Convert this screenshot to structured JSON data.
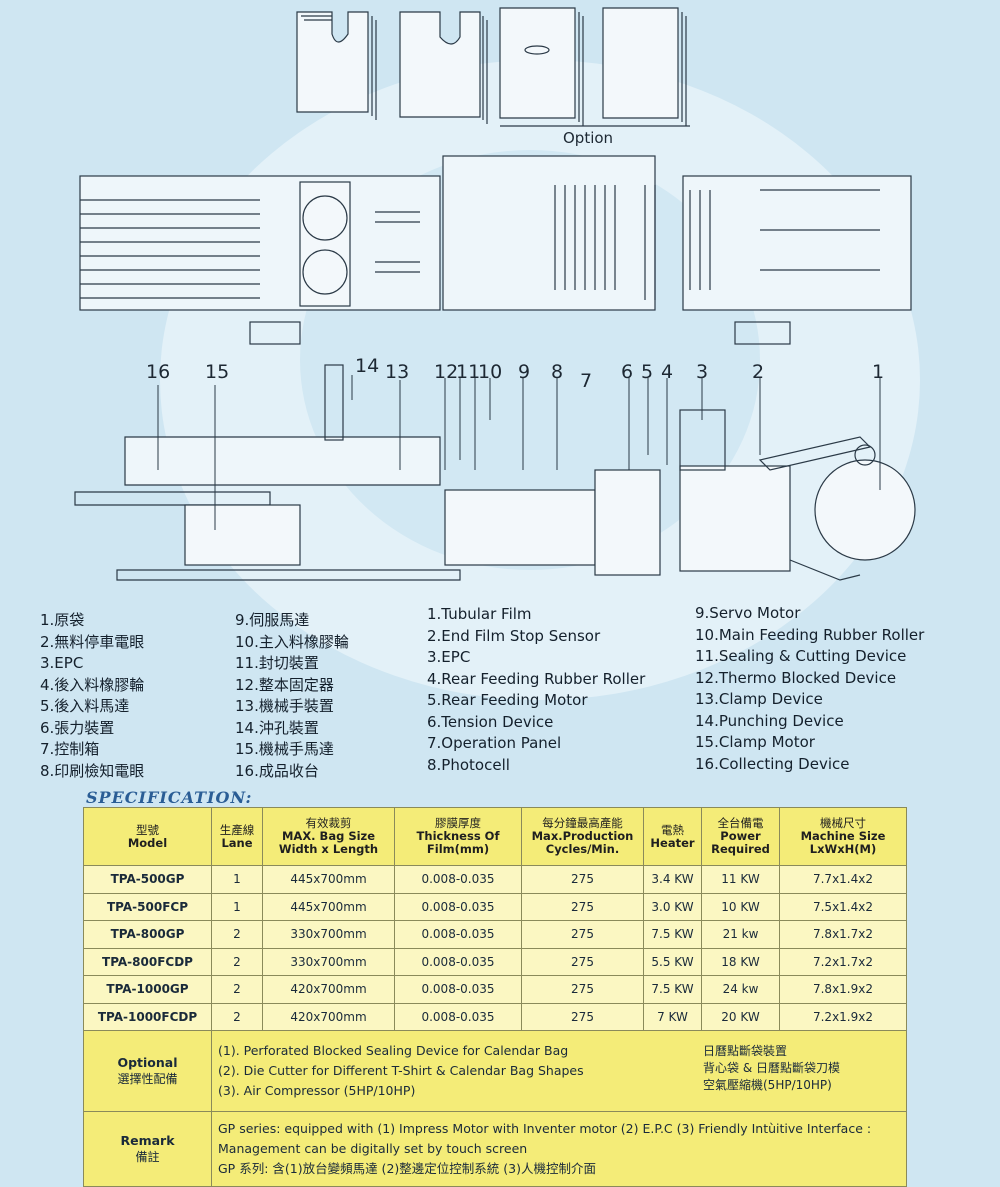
{
  "diagram": {
    "option_label": "Option",
    "callouts": [
      "16",
      "15",
      "14",
      "13",
      "12",
      "11",
      "10",
      "9",
      "8",
      "7",
      "6",
      "5",
      "4",
      "3",
      "2",
      "1"
    ]
  },
  "legend": {
    "zh_a": [
      "1.原袋",
      "2.無料停車電眼",
      "3.EPC",
      "4.後入料橡膠輪",
      "5.後入料馬達",
      "6.張力裝置",
      "7.控制箱",
      "8.印刷檢知電眼"
    ],
    "zh_b": [
      "9.伺服馬達",
      "10.主入料橡膠輪",
      "11.封切裝置",
      "12.整本固定器",
      "13.機械手裝置",
      "14.沖孔裝置",
      "15.機械手馬達",
      "16.成品收台"
    ],
    "en_a": [
      "1.Tubular Film",
      "2.End Film Stop Sensor",
      "3.EPC",
      "4.Rear Feeding Rubber Roller",
      "5.Rear Feeding Motor",
      "6.Tension Device",
      "7.Operation Panel",
      "8.Photocell"
    ],
    "en_b": [
      "9.Servo Motor",
      "10.Main Feeding Rubber Roller",
      "11.Sealing & Cutting Device",
      "12.Thermo Blocked Device",
      "13.Clamp Device",
      "14.Punching Device",
      "15.Clamp Motor",
      "16.Collecting Device"
    ]
  },
  "spec": {
    "title": "SPECIFICATION:",
    "headers": [
      {
        "zh": "型號",
        "en": "Model"
      },
      {
        "zh": "生產線",
        "en": "Lane"
      },
      {
        "zh": "有效裁剪",
        "en": "MAX. Bag Size Width x Length"
      },
      {
        "zh": "膠膜厚度",
        "en": "Thickness Of Film(mm)"
      },
      {
        "zh": "每分鐘最高產能",
        "en": "Max.Production Cycles/Min."
      },
      {
        "zh": "電熱",
        "en": "Heater"
      },
      {
        "zh": "全台備電",
        "en": "Power Required"
      },
      {
        "zh": "機械尺寸",
        "en": "Machine Size LxWxH(M)"
      }
    ],
    "rows": [
      [
        "TPA-500GP",
        "1",
        "445x700mm",
        "0.008-0.035",
        "275",
        "3.4 KW",
        "11 KW",
        "7.7x1.4x2"
      ],
      [
        "TPA-500FCP",
        "1",
        "445x700mm",
        "0.008-0.035",
        "275",
        "3.0 KW",
        "10 KW",
        "7.5x1.4x2"
      ],
      [
        "TPA-800GP",
        "2",
        "330x700mm",
        "0.008-0.035",
        "275",
        "7.5 KW",
        "21 kw",
        "7.8x1.7x2"
      ],
      [
        "TPA-800FCDP",
        "2",
        "330x700mm",
        "0.008-0.035",
        "275",
        "5.5 KW",
        "18 KW",
        "7.2x1.7x2"
      ],
      [
        "TPA-1000GP",
        "2",
        "420x700mm",
        "0.008-0.035",
        "275",
        "7.5 KW",
        "24 kw",
        "7.8x1.9x2"
      ],
      [
        "TPA-1000FCDP",
        "2",
        "420x700mm",
        "0.008-0.035",
        "275",
        "7  KW",
        "20 KW",
        "7.2x1.9x2"
      ]
    ],
    "optional": {
      "label_en": "Optional",
      "label_zh": "選擇性配備",
      "items_en": [
        "(1). Perforated Blocked Sealing Device for Calendar Bag",
        "(2). Die Cutter for Different T-Shirt & Calendar Bag Shapes",
        "(3). Air Compressor (5HP/10HP)"
      ],
      "items_zh": [
        "日曆點斷袋裝置",
        "背心袋 & 日曆點斷袋刀模",
        "空氣壓縮機(5HP/10HP)"
      ]
    },
    "remark": {
      "label_en": "Remark",
      "label_zh": "備註",
      "lines": [
        "GP series: equipped with (1) Impress Motor with Inventer motor (2) E.P.C (3) Friendly Intùitive  Interface :",
        "Management can be digitally set by touch screen",
        "GP 系列: 含(1)放台變頻馬達 (2)整邊定位控制系統 (3)人機控制介面"
      ]
    }
  }
}
